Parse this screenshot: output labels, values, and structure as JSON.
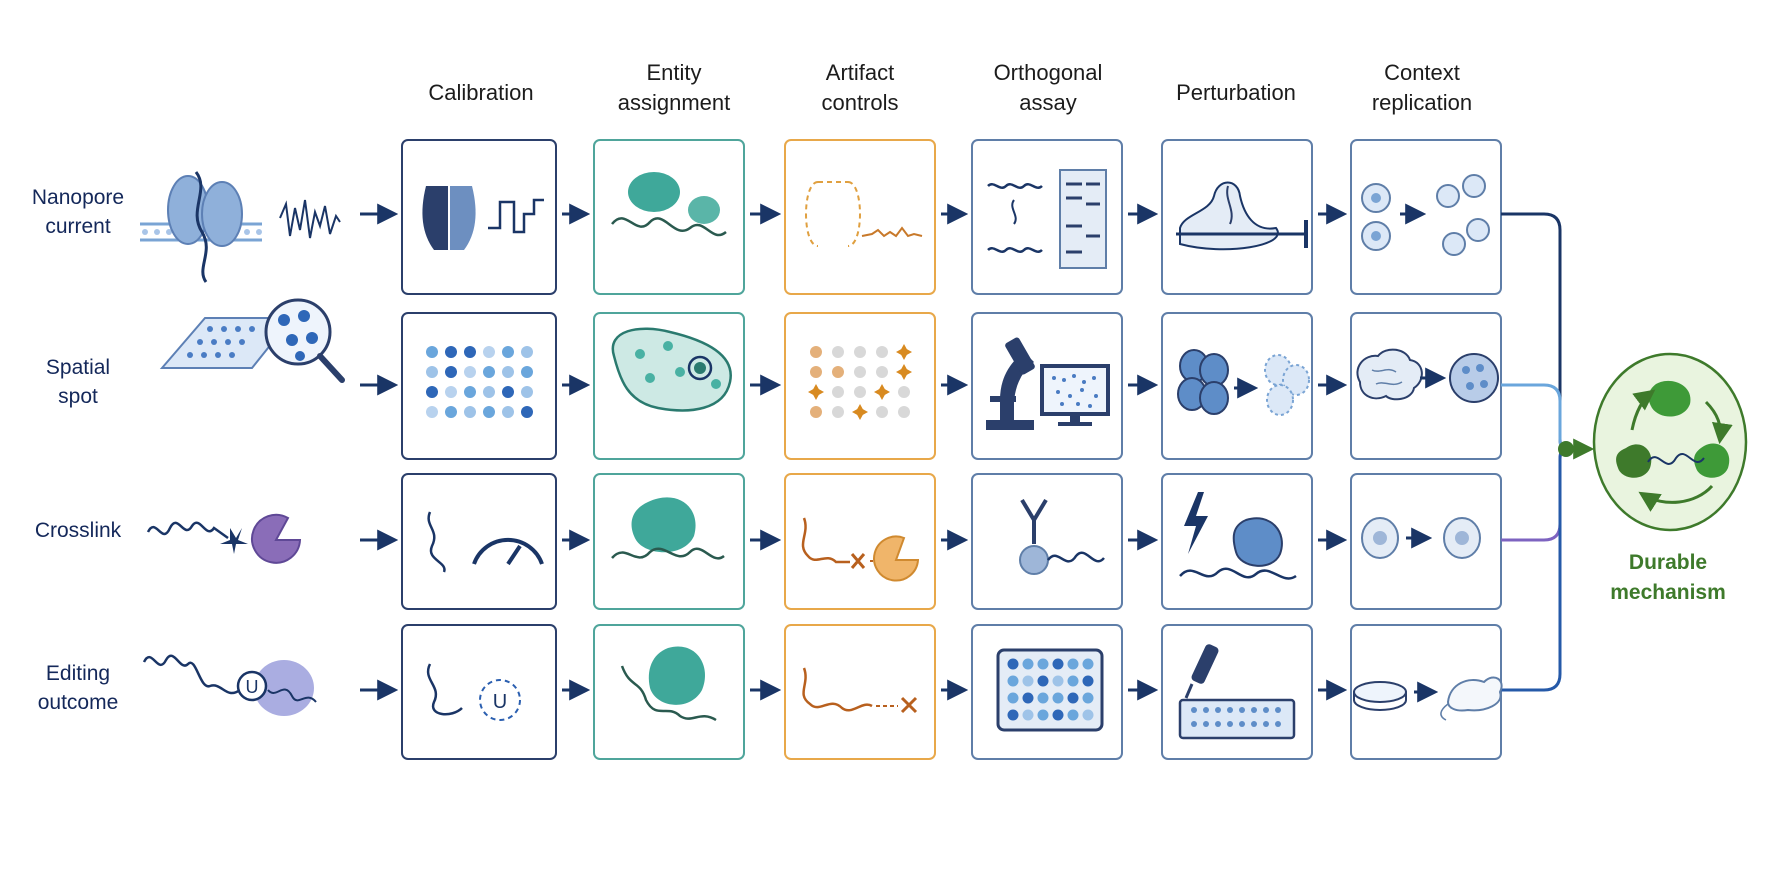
{
  "columns": [
    {
      "key": "calibration",
      "label": "Calibration",
      "border": "#2b3f6b"
    },
    {
      "key": "entity",
      "label": "Entity\nassignment",
      "border": "#4fa59b"
    },
    {
      "key": "artifact",
      "label": "Artifact\ncontrols",
      "border": "#e8a84a"
    },
    {
      "key": "orthogonal",
      "label": "Orthogonal\nassay",
      "border": "#5f7ea8"
    },
    {
      "key": "perturbation",
      "label": "Perturbation",
      "border": "#5f7ea8"
    },
    {
      "key": "context",
      "label": "Context\nreplication",
      "border": "#5f7ea8"
    }
  ],
  "rows": [
    {
      "key": "nanopore",
      "label": "Nanopore\ncurrent",
      "line_color": "#1a3566"
    },
    {
      "key": "spatial",
      "label": "Spatial\nspot",
      "line_color": "#6aa6dc"
    },
    {
      "key": "crosslink",
      "label": "Crosslink",
      "line_color": "#7d63c0"
    },
    {
      "key": "editing",
      "label": "Editing\noutcome",
      "line_color": "#2559a8"
    }
  ],
  "output": {
    "label": "Durable\nmechanism",
    "color": "#3e7a2b"
  },
  "icons": {
    "inputs": [
      "nanopore-membrane-icon",
      "spatial-slide-magnifier-icon",
      "crosslink-protein-icon",
      "editing-rna-icon"
    ],
    "calibration": [
      "pore-signal-trace-icon",
      "dot-grid-icon",
      "rna-gauge-icon",
      "rna-uridine-icon"
    ],
    "entity": [
      "protein-bound-rna-icon",
      "cell-with-spots-icon",
      "protein-rna-complex-icon",
      "protein-rna-complex-icon"
    ],
    "artifact": [
      "dashed-pore-noise-icon",
      "dot-grid-artifact-icon",
      "rna-blocked-protein-icon",
      "rna-blocked-icon"
    ],
    "orthogonal": [
      "rna-gel-icon",
      "microscope-monitor-icon",
      "antibody-rna-icon",
      "well-plate-icon"
    ],
    "perturbation": [
      "rna-inhibition-icon",
      "cell-cluster-disruption-icon",
      "lightning-protein-icon",
      "pipette-plate-icon"
    ],
    "context": [
      "cells-to-cells-icon",
      "brain-to-organoid-icon",
      "cell-to-cell-icon",
      "dish-to-mouse-icon"
    ],
    "output": "durable-mechanism-cycle-icon"
  }
}
